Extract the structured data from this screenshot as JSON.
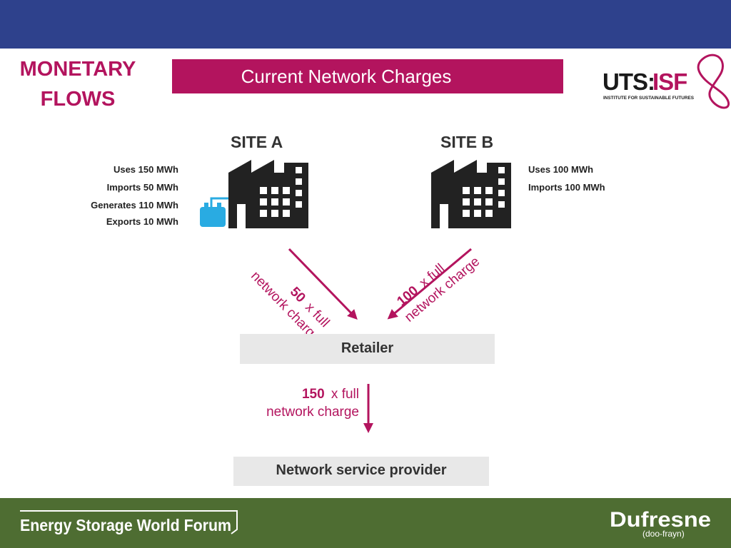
{
  "header": {
    "side_title_line1": "MONETARY",
    "side_title_line2": "FLOWS",
    "banner_title": "Current Network Charges",
    "logo_text_main": "UTS:",
    "logo_text_accent": "ISF",
    "logo_subtitle": "INSTITUTE FOR SUSTAINABLE FUTURES"
  },
  "site_a": {
    "label": "SITE A",
    "stats": [
      "Uses 150 MWh",
      "Imports 50 MWh",
      "Generates 110 MWh",
      "Exports 10 MWh"
    ]
  },
  "site_b": {
    "label": "SITE B",
    "stats": [
      "Uses 100 MWh",
      "Imports 100 MWh"
    ]
  },
  "flows": {
    "site_a_count": "50",
    "site_a_suffix": "x full",
    "site_a_desc": "network charge",
    "site_b_count": "100",
    "site_b_suffix": "x full",
    "site_b_desc": "network charge",
    "retailer_count": "150",
    "retailer_suffix": "x full",
    "retailer_desc": "network charge"
  },
  "nodes": {
    "retailer": "Retailer",
    "network_provider": "Network service provider"
  },
  "footer": {
    "left_logo": "Energy Storage World Forum",
    "right_logo": "Dufresne",
    "right_logo_sub": "(doo-frayn)"
  },
  "colors": {
    "header_blue": "#2e418c",
    "accent_magenta": "#b3145e",
    "footer_green": "#4e6d32",
    "battery_blue": "#29abe2",
    "building_dark": "#222222"
  }
}
